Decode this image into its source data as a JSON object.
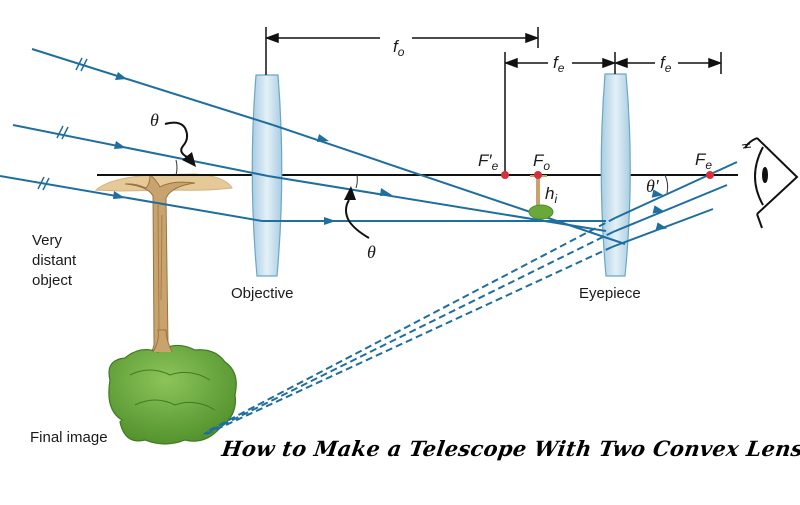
{
  "diagram": {
    "title": "How to Make a Telescope With Two Convex Lenses",
    "labels": {
      "object": [
        "Very",
        "distant",
        "object"
      ],
      "objective": "Objective",
      "eyepiece": "Eyepiece",
      "final_image": "Final image"
    },
    "dimensions": {
      "objective_focal": {
        "symbol": "f",
        "subscript": "o"
      },
      "eyepiece_focal_left": {
        "symbol": "f",
        "subscript": "e"
      },
      "eyepiece_focal_right": {
        "symbol": "f",
        "subscript": "e"
      }
    },
    "focal_points": {
      "eyepiece_front": {
        "symbol": "F′",
        "subscript": "e"
      },
      "objective": {
        "symbol": "F",
        "subscript": "o"
      },
      "eyepiece_back": {
        "symbol": "F",
        "subscript": "e"
      }
    },
    "image_height": {
      "symbol": "h",
      "subscript": "i"
    },
    "angles": {
      "incoming": "θ",
      "incoming_lower": "θ",
      "outgoing": "θ′"
    },
    "colors": {
      "ray": "#1e6e9e",
      "lens_fill": "#c3dcea",
      "lens_stroke": "#6aa7c8",
      "focal_dot": "#d8303a",
      "axis": "#111111",
      "tree_trunk": "#c9a36e",
      "tree_canopy_top": "#e6c998",
      "foliage": "#6aa83a"
    }
  }
}
